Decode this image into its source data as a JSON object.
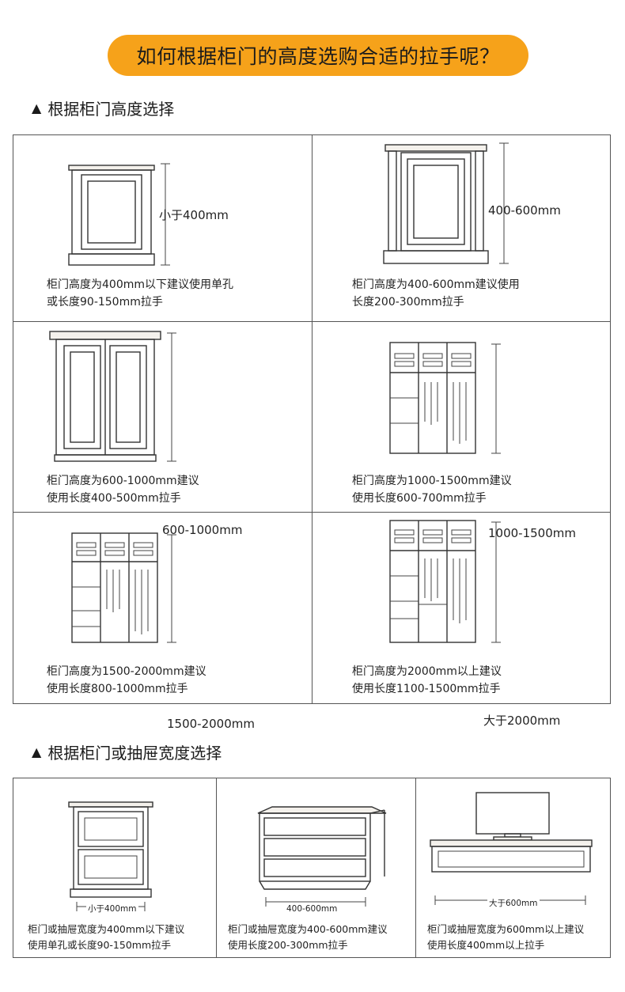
{
  "banner": {
    "title": "如何根据柜门的高度选购合适的拉手呢？"
  },
  "section_height": {
    "marker": "▲",
    "title": "根据柜门高度选择"
  },
  "height_cells": [
    {
      "dim": "小于400mm",
      "caption_line1": "柜门高度为400mm以下建议使用单孔",
      "caption_line2": "或长度90-150mm拉手"
    },
    {
      "dim": "400-600mm",
      "caption_line1": "柜门高度为400-600mm建议使用",
      "caption_line2": "长度200-300mm拉手"
    },
    {
      "dim": "600-1000mm",
      "caption_line1": "柜门高度为600-1000mm建议",
      "caption_line2": "使用长度400-500mm拉手"
    },
    {
      "dim": "1000-1500mm",
      "caption_line1": "柜门高度为1000-1500mm建议",
      "caption_line2": "使用长度600-700mm拉手"
    },
    {
      "dim": "1500-2000mm",
      "caption_line1": "柜门高度为1500-2000mm建议",
      "caption_line2": "使用长度800-1000mm拉手"
    },
    {
      "dim": "大于2000mm",
      "caption_line1": "柜门高度为2000mm以上建议",
      "caption_line2": "使用长度1100-1500mm拉手"
    }
  ],
  "section_width": {
    "marker": "▲",
    "title": "根据柜门或抽屉宽度选择"
  },
  "width_cells": [
    {
      "dim": "小于400mm",
      "caption_line1": "柜门或抽屉宽度为400mm以下建议",
      "caption_line2": "使用单孔或长度90-150mm拉手"
    },
    {
      "dim": "400-600mm",
      "caption_line1": "柜门或抽屉宽度为400-600mm建议",
      "caption_line2": "使用长度200-300mm拉手"
    },
    {
      "dim": "大于600mm",
      "caption_line1": "柜门或抽屉宽度为600mm以上建议",
      "caption_line2": "使用长度400mm以上拉手"
    }
  ]
}
